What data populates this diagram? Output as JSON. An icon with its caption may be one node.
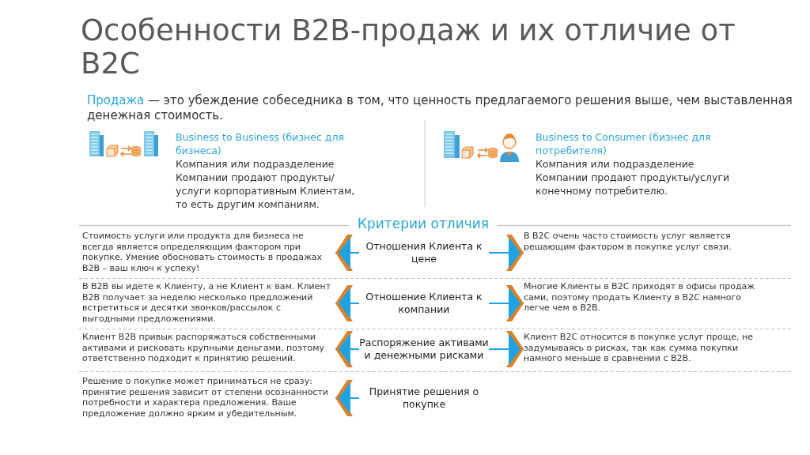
{
  "diagram": {
    "title": "Особенности B2B-продаж и их отличие от B2C",
    "nodes": [
      {
        "text": [
          "Стоимость услуги или продукта для бизнеса не всегда является определяющим фактором при покупке. Умение обосновать стоимость в продажах B2B – ваш ключ к успеху!"
        ]
      },
      {
        "text": [
          "Отношения Клиента к цене"
        ]
      },
      {
        "text": [
          "В B2C очень часто стоимость услуг является решающим фактором в покупке услуг связи."
        ]
      },
      {
        "text": [
          "В B2B вы идете к Клиенту, а не Клиент к вам. Клиент B2B получает за неделю несколько предложений встретиться и десятки звонков/рассылок с выгодными предложениями."
        ]
      },
      {
        "text": [
          "Отношение Клиента к компании"
        ]
      },
      {
        "text": [
          "Многие Клиенты в B2C приходят в офисы продаж сами, поэтому продать Клиенту в B2C намного легче чем в B2B."
        ]
      },
      {
        "text": [
          "Клиент B2B привык распоряжаться собственными активами и рисковать крупными деньгами, поэтому ответственно подходит к принятию решений."
        ]
      },
      {
        "text": [
          "Распоряжение активами и денежными рисками"
        ]
      },
      {
        "text": [
          "Клиент B2C относится в покупке услуг проще, не задумываясь о рисках, так как сумма покупки намного меньше в сравнении с B2B."
        ]
      },
      {
        "text": [
          "Решение о покупке может приниматься не сразу: принятие решения зависит от степени осознанности потребности и характера предложения. Ваше предложение должно ярким и убедительным."
        ]
      },
      {
        "text": [
          "Принятие решения о покупке"
        ]
      }
    ],
    "edges": [
      {
        "from": 1,
        "to": 0,
        "arrow": "to"
      },
      {
        "from": 1,
        "to": 2,
        "arrow": "to"
      },
      {
        "from": 4,
        "to": 3,
        "arrow": "to"
      },
      {
        "from": 4,
        "to": 5,
        "arrow": "to"
      },
      {
        "from": 7,
        "to": 6,
        "arrow": "to"
      },
      {
        "from": 7,
        "to": 8,
        "arrow": "to"
      },
      {
        "from": 10,
        "to": 9,
        "arrow": "to"
      }
    ],
    "labels": [
      "Продажа — это убеждение собеседника в том, что ценность предлагаемого решения выше, чем выставленная денежная стоимость.",
      "Business to Business (бизнес для бизнеса)",
      "Компания или подразделение Компании продают продукты/услуги корпоративным Клиентам, то есть другим компаниям.",
      "Business to Consumer (бизнес для потребителя)",
      "Компания или подразделение Компании продают продукты/услуги конечному потребителю.",
      "Критерии отличия"
    ]
  }
}
